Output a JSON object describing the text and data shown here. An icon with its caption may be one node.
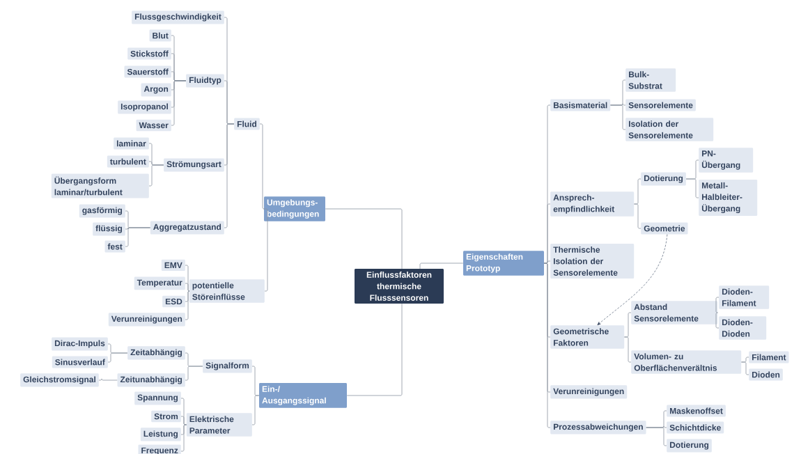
{
  "diagram": {
    "nodes": [
      {
        "text": [
          "Einflussfaktoren thermische Flusssensoren"
        ]
      },
      {
        "text": [
          "Umgebungs- bedingungen"
        ]
      },
      {
        "text": [
          "Fluid"
        ]
      },
      {
        "text": [
          "Flussgeschwindigkeit"
        ]
      },
      {
        "text": [
          "Fluidtyp"
        ]
      },
      {
        "text": [
          "Blut"
        ]
      },
      {
        "text": [
          "Stickstoff"
        ]
      },
      {
        "text": [
          "Sauerstoff"
        ]
      },
      {
        "text": [
          "Argon"
        ]
      },
      {
        "text": [
          "Isopropanol"
        ]
      },
      {
        "text": [
          "Wasser"
        ]
      },
      {
        "text": [
          "Strömungsart"
        ]
      },
      {
        "text": [
          "laminar"
        ]
      },
      {
        "text": [
          "turbulent"
        ]
      },
      {
        "text": [
          "Übergangsform laminar/turbulent"
        ]
      },
      {
        "text": [
          "Aggregatzustand"
        ]
      },
      {
        "text": [
          "gasförmig"
        ]
      },
      {
        "text": [
          "flüssig"
        ]
      },
      {
        "text": [
          "fest"
        ]
      },
      {
        "text": [
          "potentielle Störeinflüsse"
        ]
      },
      {
        "text": [
          "EMV"
        ]
      },
      {
        "text": [
          "Temperatur"
        ]
      },
      {
        "text": [
          "ESD"
        ]
      },
      {
        "text": [
          "Verunreinigungen"
        ]
      },
      {
        "text": [
          "Ein-/ Ausgangssignal"
        ]
      },
      {
        "text": [
          "Signalform"
        ]
      },
      {
        "text": [
          "Zeitabhängig"
        ]
      },
      {
        "text": [
          "Dirac-Impuls"
        ]
      },
      {
        "text": [
          "Sinusverlauf"
        ]
      },
      {
        "text": [
          "Zeitunabhängig"
        ]
      },
      {
        "text": [
          "Gleichstromsignal"
        ]
      },
      {
        "text": [
          "Elektrische Parameter"
        ]
      },
      {
        "text": [
          "Spannung"
        ]
      },
      {
        "text": [
          "Strom"
        ]
      },
      {
        "text": [
          "Leistung"
        ]
      },
      {
        "text": [
          "Frequenz"
        ]
      },
      {
        "text": [
          "Eigenschaften Prototyp"
        ]
      },
      {
        "text": [
          "Basismaterial"
        ]
      },
      {
        "text": [
          "Bulk- Substrat"
        ]
      },
      {
        "text": [
          "Sensorelemente"
        ]
      },
      {
        "text": [
          "Isolation der Sensorelemente"
        ]
      },
      {
        "text": [
          "Ansprech- empfindlichkeit"
        ]
      },
      {
        "text": [
          "Dotierung"
        ]
      },
      {
        "text": [
          "PN- Übergang"
        ]
      },
      {
        "text": [
          "Metall- Halbleiter- Übergang"
        ]
      },
      {
        "text": [
          "Geometrie"
        ]
      },
      {
        "text": [
          "Thermische Isolation der Sensorelemente"
        ]
      },
      {
        "text": [
          "Geometrische Faktoren"
        ]
      },
      {
        "text": [
          "Abstand Sensorelemente"
        ]
      },
      {
        "text": [
          "Dioden- Filament"
        ]
      },
      {
        "text": [
          "Dioden- Dioden"
        ]
      },
      {
        "text": [
          "Volumen- zu Oberflächenverältnis"
        ]
      },
      {
        "text": [
          "Filament"
        ]
      },
      {
        "text": [
          "Dioden"
        ]
      },
      {
        "text": [
          "Verunreinigungen"
        ]
      },
      {
        "text": [
          "Prozessabweichungen"
        ]
      },
      {
        "text": [
          "Maskenoffset"
        ]
      },
      {
        "text": [
          "Schichtdicke"
        ]
      },
      {
        "text": [
          "Dotierung"
        ]
      }
    ],
    "edges": [
      {
        "from": 0,
        "to": 1,
        "arrow": "none"
      },
      {
        "from": 1,
        "to": 2,
        "arrow": "none"
      },
      {
        "from": 2,
        "to": 3,
        "arrow": "none"
      },
      {
        "from": 2,
        "to": 4,
        "arrow": "none"
      },
      {
        "from": 4,
        "to": 5,
        "arrow": "none"
      },
      {
        "from": 4,
        "to": 6,
        "arrow": "none"
      },
      {
        "from": 4,
        "to": 7,
        "arrow": "none"
      },
      {
        "from": 4,
        "to": 8,
        "arrow": "none"
      },
      {
        "from": 4,
        "to": 9,
        "arrow": "none"
      },
      {
        "from": 4,
        "to": 10,
        "arrow": "none"
      },
      {
        "from": 2,
        "to": 11,
        "arrow": "none"
      },
      {
        "from": 11,
        "to": 12,
        "arrow": "none"
      },
      {
        "from": 11,
        "to": 13,
        "arrow": "none"
      },
      {
        "from": 11,
        "to": 14,
        "arrow": "none"
      },
      {
        "from": 2,
        "to": 15,
        "arrow": "none"
      },
      {
        "from": 15,
        "to": 16,
        "arrow": "none"
      },
      {
        "from": 15,
        "to": 17,
        "arrow": "none"
      },
      {
        "from": 15,
        "to": 18,
        "arrow": "none"
      },
      {
        "from": 1,
        "to": 19,
        "arrow": "none"
      },
      {
        "from": 19,
        "to": 20,
        "arrow": "none"
      },
      {
        "from": 19,
        "to": 21,
        "arrow": "none"
      },
      {
        "from": 19,
        "to": 22,
        "arrow": "none"
      },
      {
        "from": 19,
        "to": 23,
        "arrow": "none"
      },
      {
        "from": 0,
        "to": 24,
        "arrow": "none"
      },
      {
        "from": 24,
        "to": 25,
        "arrow": "none"
      },
      {
        "from": 25,
        "to": 26,
        "arrow": "none"
      },
      {
        "from": 26,
        "to": 27,
        "arrow": "none"
      },
      {
        "from": 26,
        "to": 28,
        "arrow": "none"
      },
      {
        "from": 25,
        "to": 29,
        "arrow": "none"
      },
      {
        "from": 29,
        "to": 30,
        "arrow": "none"
      },
      {
        "from": 24,
        "to": 31,
        "arrow": "none"
      },
      {
        "from": 31,
        "to": 32,
        "arrow": "none"
      },
      {
        "from": 31,
        "to": 33,
        "arrow": "none"
      },
      {
        "from": 31,
        "to": 34,
        "arrow": "none"
      },
      {
        "from": 31,
        "to": 35,
        "arrow": "none"
      },
      {
        "from": 0,
        "to": 36,
        "arrow": "none"
      },
      {
        "from": 36,
        "to": 37,
        "arrow": "none"
      },
      {
        "from": 37,
        "to": 38,
        "arrow": "none"
      },
      {
        "from": 37,
        "to": 39,
        "arrow": "none"
      },
      {
        "from": 37,
        "to": 40,
        "arrow": "none"
      },
      {
        "from": 36,
        "to": 41,
        "arrow": "none"
      },
      {
        "from": 41,
        "to": 42,
        "arrow": "none"
      },
      {
        "from": 42,
        "to": 43,
        "arrow": "none"
      },
      {
        "from": 42,
        "to": 44,
        "arrow": "none"
      },
      {
        "from": 41,
        "to": 45,
        "arrow": "none"
      },
      {
        "from": 36,
        "to": 46,
        "arrow": "none"
      },
      {
        "from": 36,
        "to": 47,
        "arrow": "none"
      },
      {
        "from": 47,
        "to": 48,
        "arrow": "none"
      },
      {
        "from": 48,
        "to": 49,
        "arrow": "none"
      },
      {
        "from": 48,
        "to": 50,
        "arrow": "none"
      },
      {
        "from": 47,
        "to": 51,
        "arrow": "none"
      },
      {
        "from": 51,
        "to": 52,
        "arrow": "none"
      },
      {
        "from": 51,
        "to": 53,
        "arrow": "none"
      },
      {
        "from": 36,
        "to": 54,
        "arrow": "none"
      },
      {
        "from": 36,
        "to": 55,
        "arrow": "none"
      },
      {
        "from": 55,
        "to": 56,
        "arrow": "none"
      },
      {
        "from": 55,
        "to": 57,
        "arrow": "none"
      },
      {
        "from": 55,
        "to": 58,
        "arrow": "none"
      },
      {
        "from": 45,
        "to": 47,
        "arrow": "to",
        "style": "dashed"
      }
    ]
  }
}
